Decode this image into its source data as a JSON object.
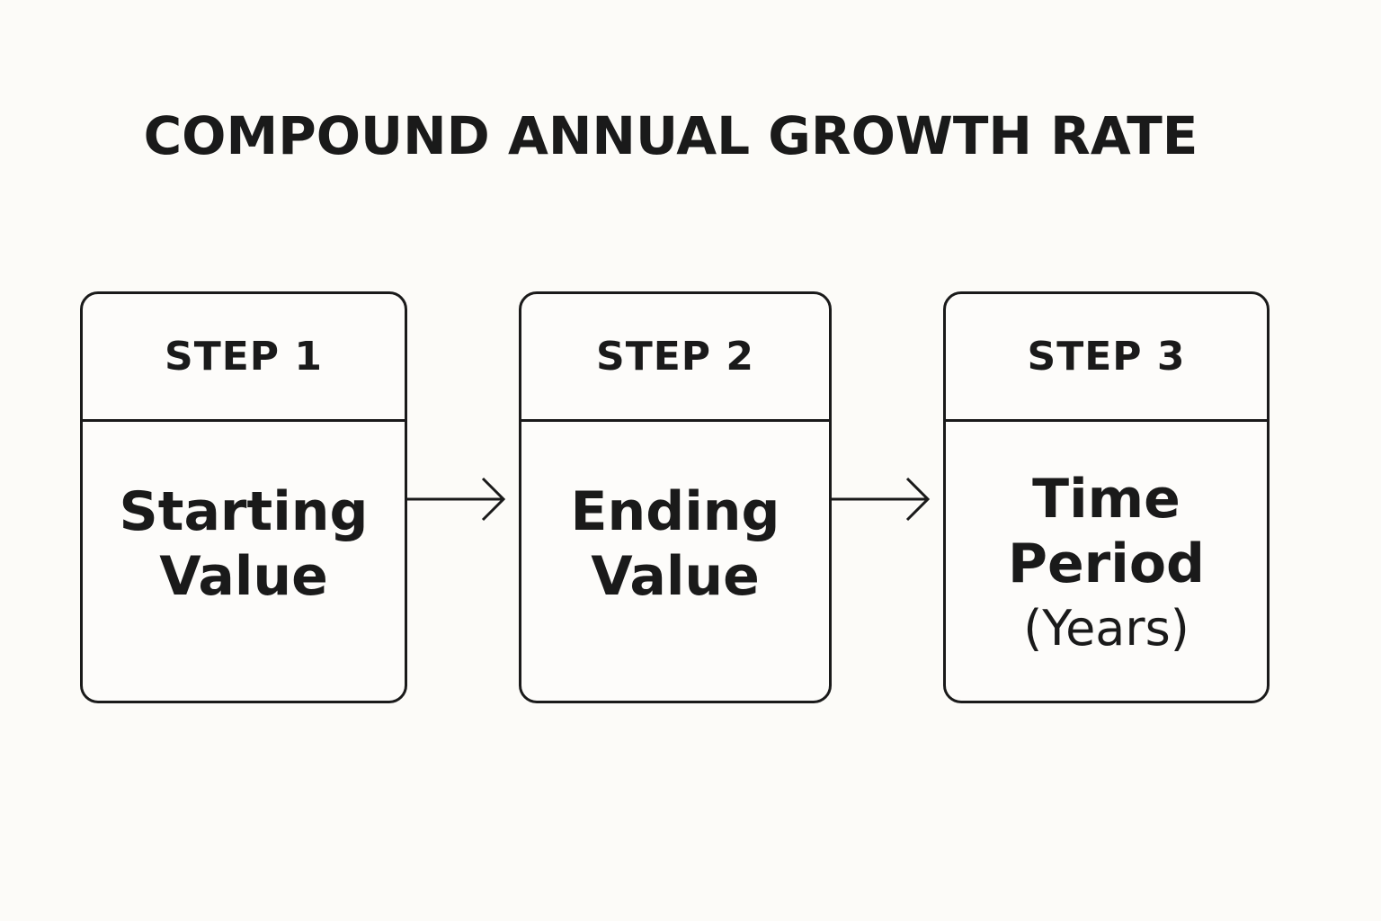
{
  "title": "COMPOUND ANNUAL GROWTH RATE",
  "steps": [
    {
      "label": "STEP 1",
      "lines": [
        "Starting",
        "Value"
      ]
    },
    {
      "label": "STEP 2",
      "lines": [
        "Ending",
        "Value"
      ]
    },
    {
      "label": "STEP 3",
      "lines": [
        "Time",
        "Period",
        "(Years)"
      ]
    }
  ],
  "colors": {
    "background": "#fcfbf8",
    "stroke": "#1a1a1a",
    "text": "#1a1a1a"
  },
  "icons": [
    "arrow-right-icon",
    "arrow-right-icon"
  ]
}
